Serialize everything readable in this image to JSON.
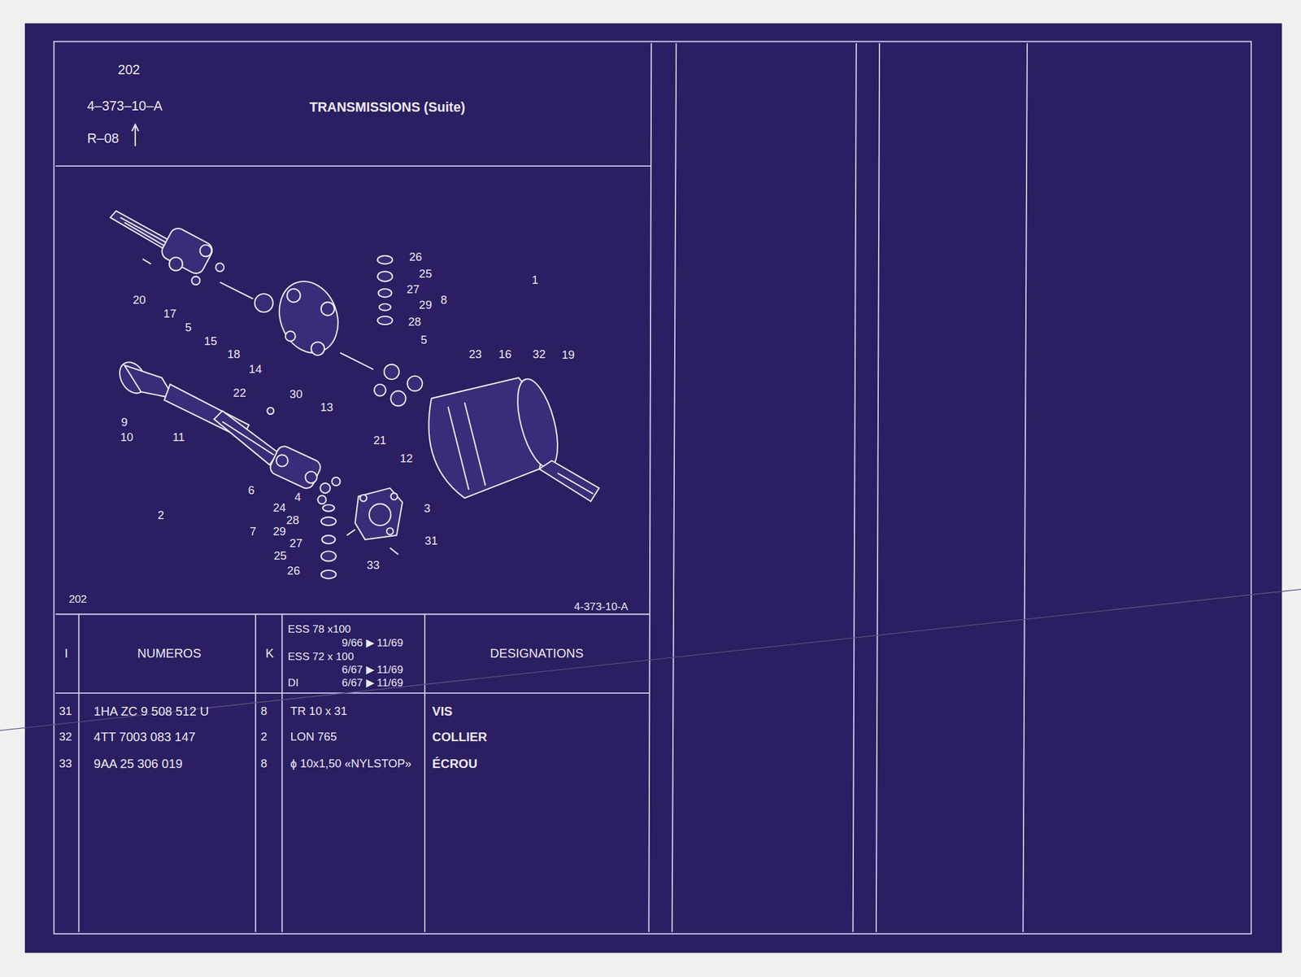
{
  "diagram": {
    "title": "TRANSMISSIONS (Suite)",
    "labels": [
      "202",
      "4–373–10–A",
      "R–08",
      "26",
      "25",
      "27",
      "8",
      "29",
      "28",
      "5",
      "1",
      "20",
      "17",
      "5",
      "15",
      "18",
      "14",
      "23",
      "16",
      "32",
      "19",
      "22",
      "30",
      "13",
      "9",
      "10",
      "11",
      "21",
      "12",
      "6",
      "4",
      "24",
      "28",
      "3",
      "2",
      "7",
      "29",
      "27",
      "31",
      "25",
      "26",
      "33",
      "202",
      "4-373-10-A",
      "I",
      "NUMEROS",
      "K",
      "ESS 78 x100",
      "9/66 ▶ 11/69",
      "ESS 72 x 100",
      "6/67 ▶ 11/69",
      "DI",
      "6/67 ▶ 11/69",
      "DESIGNATIONS",
      "31",
      "1HA  ZC 9 508 512 U",
      "8",
      "TR 10 x 31",
      "VIS",
      "32",
      "4TT  7003  083  147",
      "2",
      "LON 765",
      "COLLIER",
      "33",
      "9AA  25  306  019",
      "8",
      "ϕ 10x1,50 «NYLSTOP»",
      "ÉCROU"
    ]
  }
}
